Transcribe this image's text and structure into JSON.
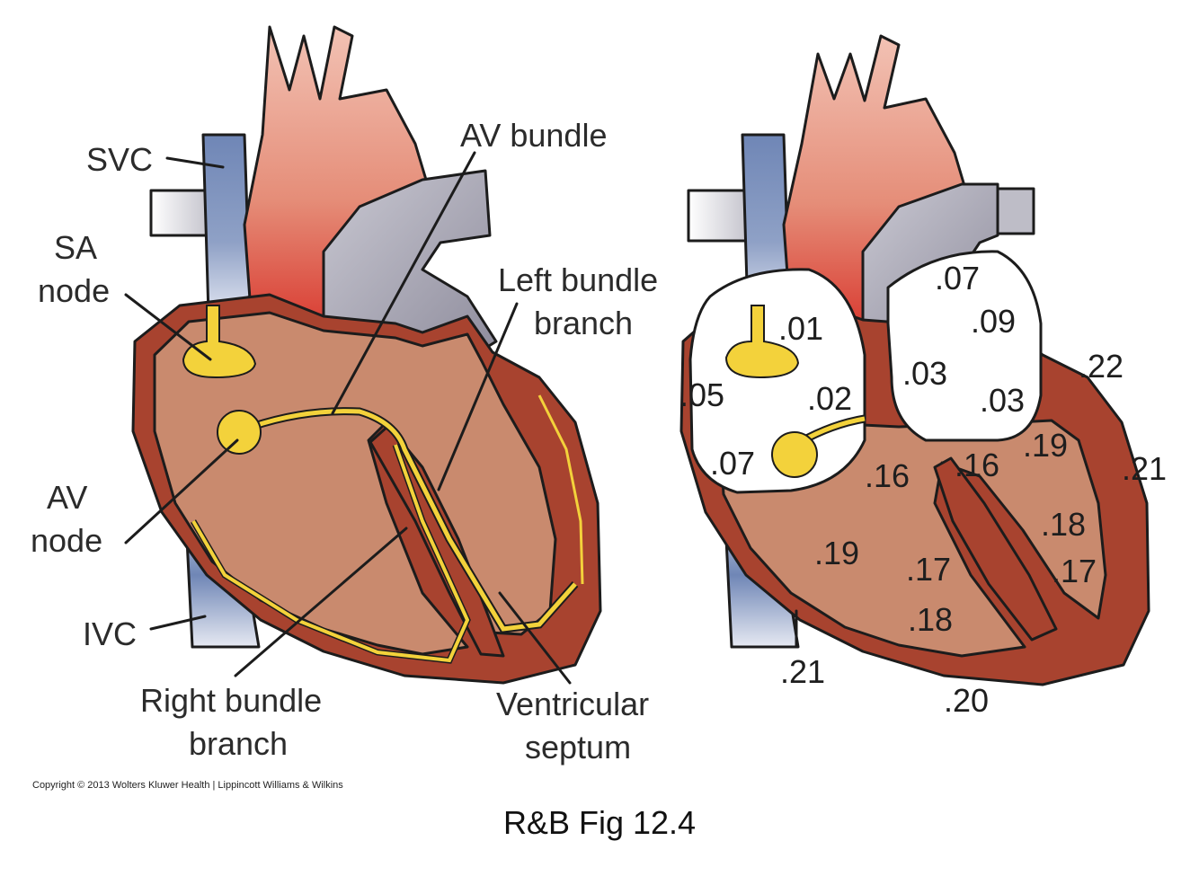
{
  "left_labels": {
    "svc": "SVC",
    "sa_node_1": "SA",
    "sa_node_2": "node",
    "av_bundle": "AV bundle",
    "left_bundle_1": "Left bundle",
    "left_bundle_2": "branch",
    "av_node_1": "AV",
    "av_node_2": "node",
    "ivc": "IVC",
    "right_bundle_1": "Right bundle",
    "right_bundle_2": "branch",
    "septum_1": "Ventricular",
    "septum_2": "septum"
  },
  "timing_values": {
    "sa": ".01",
    "atrium_left_edge": ".05",
    "av_node": ".02",
    "av_lower": ".07",
    "la_top": ".07",
    "la_upper": ".09",
    "la_mid": ".03",
    "la_lower": ".03",
    "lv_top_edge": ".22",
    "lv_right_edge": ".21",
    "septum_left": ".16",
    "septum_right": ".16",
    "lv_upper": ".19",
    "lv_mid": ".18",
    "lv_lower": ".17",
    "rv_upper": ".19",
    "rv_mid": ".17",
    "rv_apex": ".18",
    "rv_bottom_edge": ".21",
    "apex_edge": ".20"
  },
  "copyright": "Copyright © 2013 Wolters Kluwer Health | Lippincott Williams & Wilkins",
  "caption": "R&B Fig 12.4",
  "colors": {
    "myocardium": "#a8432f",
    "chamber": "#c98a6e",
    "aorta": "#e07a64",
    "pulmonary": "#9c9aa8",
    "vena_cava": "#6f86b6",
    "conduction": "#f3d23b"
  }
}
